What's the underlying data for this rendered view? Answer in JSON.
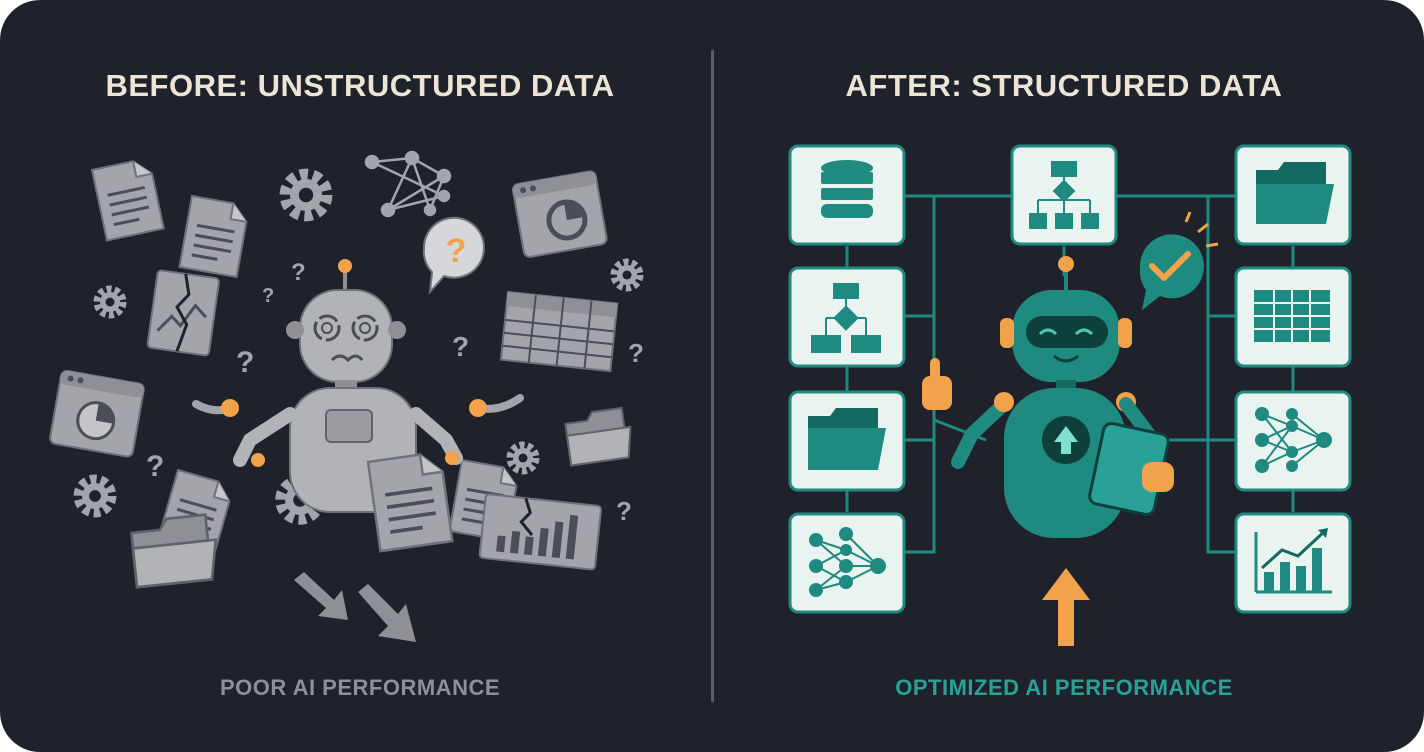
{
  "before": {
    "title": "BEFORE: UNSTRUCTURED DATA",
    "caption": "POOR AI PERFORMANCE"
  },
  "after": {
    "title": "AFTER: STRUCTURED DATA",
    "caption": "OPTIMIZED AI PERFORMANCE"
  },
  "question_mark": "?",
  "colors": {
    "background": "#1f222a",
    "title": "#ece5d6",
    "grey_icon": "#a3a5aa",
    "teal": "#1f8a80",
    "teal_light": "#e9f4f1",
    "orange": "#f2a24a",
    "caption_before": "#8d9097",
    "caption_after": "#2aa197"
  },
  "icons": {
    "before": [
      "document-icon",
      "gear-icon",
      "network-graph-icon",
      "chart-window-icon",
      "question-bubble-icon",
      "broken-chart-icon",
      "spreadsheet-icon",
      "folder-icon",
      "broken-bar-chart-icon",
      "down-arrow-icon"
    ],
    "after": [
      "database-icon",
      "flowchart-icon",
      "folder-icon",
      "neural-network-icon",
      "spreadsheet-icon",
      "bar-chart-icon",
      "checkmark-bubble-icon",
      "up-arrow-icon"
    ]
  }
}
